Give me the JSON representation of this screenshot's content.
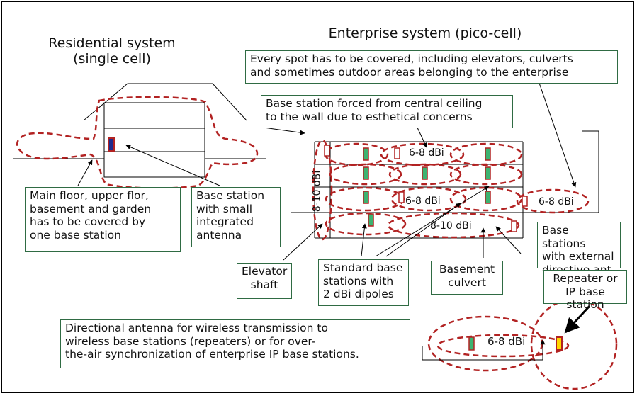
{
  "titles": {
    "residential": "Residential system\n(single cell)",
    "enterprise": "Enterprise system (pico-cell)"
  },
  "notes": {
    "every_spot": "Every spot has to be covered, including elevators, culverts\nand sometimes outdoor areas belonging to the enterprise",
    "forced_wall": "Base station forced from central ceiling\nto the wall due to esthetical concerns",
    "main_floor": "Main floor, upper flor,\nbasement and garden\nhas to be covered by\none base station",
    "small_antenna": "Base station\nwith small\nintegrated\nantenna",
    "elevator": "Elevator\nshaft",
    "standard_base": "Standard base\nstations with\n2 dBi dipoles",
    "basement": "Basement\nculvert",
    "external_ant": "Base stations\nwith external\ndirective ant.",
    "repeater": "Repeater or\nIP base station",
    "directional": "Directional antenna for wireless transmission to\nwireless base stations (repeaters) or for over-\nthe-air synchronization of enterprise IP base stations."
  },
  "gain_labels": {
    "top": "6-8 dBi",
    "middle": "6-8 dBi",
    "outdoor": "6-8 dBi",
    "basement": "8-10 dBi",
    "shaft": "8-10 dBi",
    "bottom": "6-8 dBi"
  },
  "colors": {
    "coverage": "#b22222",
    "box_border": "#2f6b43",
    "station_fill": "#3cb371",
    "station_edge": "#b22222",
    "repeater_fill": "#ffd700",
    "residential_station": "#1e2a8c"
  }
}
